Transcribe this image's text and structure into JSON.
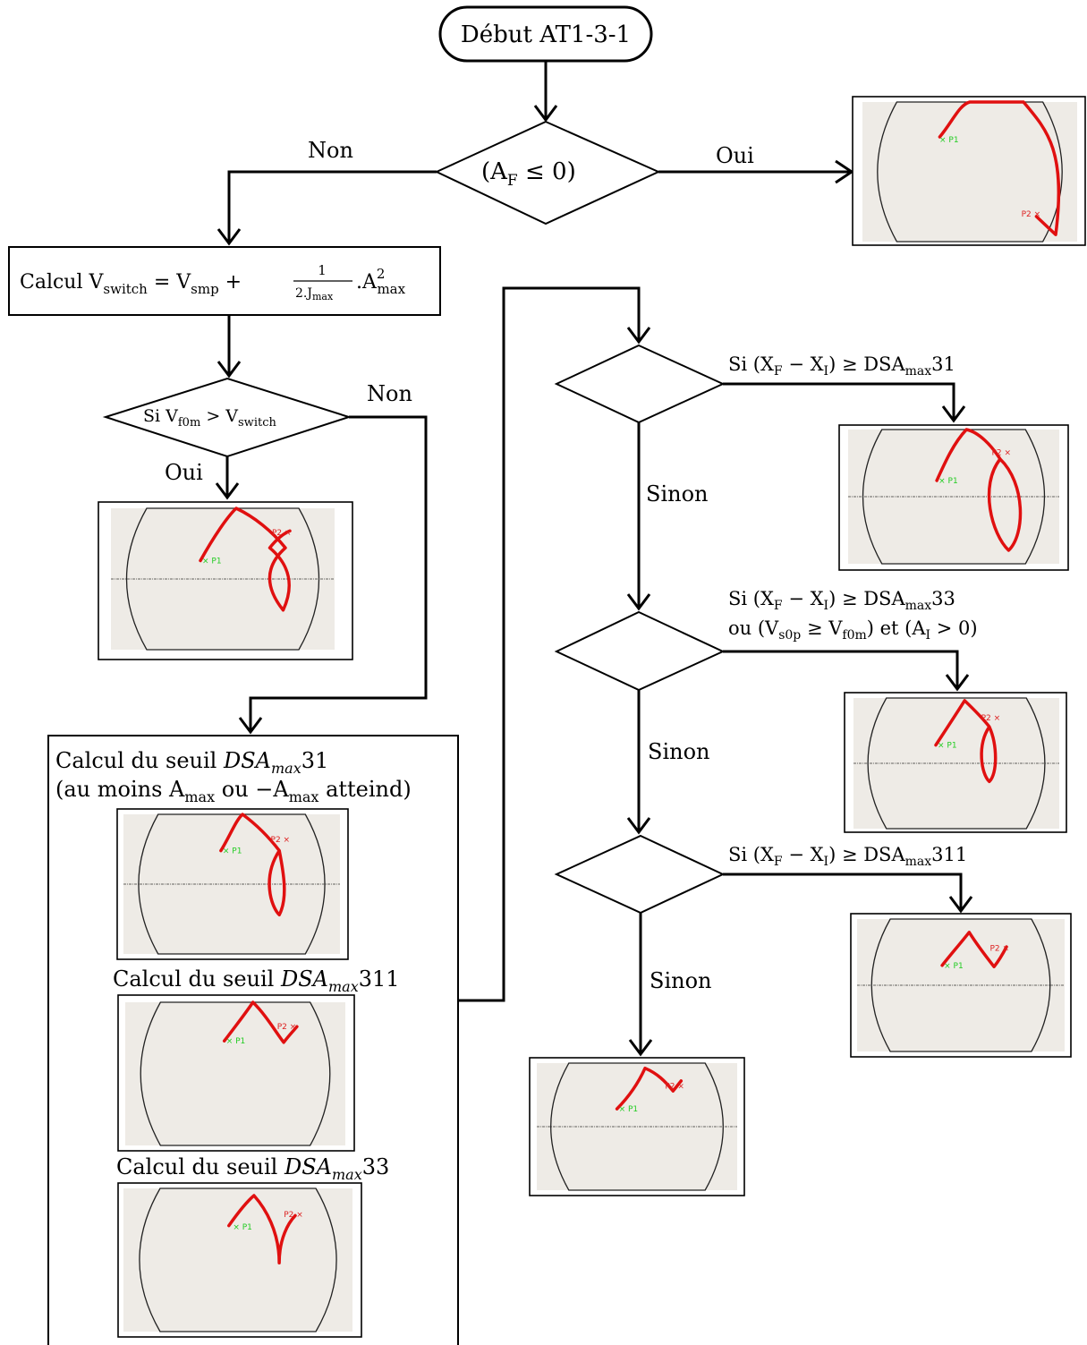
{
  "start": {
    "label": "Début AT1-3-1"
  },
  "decision_af": {
    "label": "(A",
    "sub": "F",
    "rest": " ≤ 0)"
  },
  "branch_non_top": "Non",
  "branch_oui_top": "Oui",
  "calc_vswitch": {
    "prefix": "Calcul V",
    "sub1": "switch",
    "eq": " = V",
    "sub2": "smp",
    "plus": " + ",
    "frac_num": "1",
    "frac_den": "2.J",
    "frac_den_sub": "max",
    "tail": ".A",
    "tail_sup": "2",
    "tail_sub": "max"
  },
  "decision_vswitch": {
    "prefix": "Si V",
    "sub1": "f0m",
    "op": " > V",
    "sub2": "switch"
  },
  "branch_non_mid": "Non",
  "branch_oui_mid": "Oui",
  "calc_box": {
    "line1_prefix": "Calcul du seuil ",
    "line1_var": "DSA",
    "line1_sub": "max",
    "line1_num": "31",
    "line2_a": "(au moins A",
    "line2_sub1": "max",
    "line2_b": " ou −A",
    "line2_sub2": "max",
    "line2_c": " atteind)",
    "seuil311_prefix": "Calcul du seuil ",
    "seuil311_var": "DSA",
    "seuil311_sub": "max",
    "seuil311_num": "311",
    "seuil33_prefix": "Calcul du seuil ",
    "seuil33_var": "DSA",
    "seuil33_sub": "max",
    "seuil33_num": "33"
  },
  "cond1": {
    "a": "Si (X",
    "s1": "F",
    "b": " − X",
    "s2": "I",
    "c": ") ≥ DSA",
    "s3": "max",
    "d": "31"
  },
  "cond2": {
    "a": "Si (X",
    "s1": "F",
    "b": " − X",
    "s2": "I",
    "c": ") ≥ DSA",
    "s3": "max",
    "d": "33",
    "e": "ou (V",
    "s4": "s0p",
    "f": " ≥ V",
    "s5": "f0m",
    "g": ") et (A",
    "s6": "I",
    "h": " > 0)"
  },
  "cond3": {
    "a": "Si (X",
    "s1": "F",
    "b": " − X",
    "s2": "I",
    "c": ") ≥ DSA",
    "s3": "max",
    "d": "311"
  },
  "sinon1": "Sinon",
  "sinon2": "Sinon",
  "sinon3": "Sinon",
  "point_labels": {
    "p1": "P1",
    "p2": "P2"
  },
  "colors": {
    "curve": "#e01010",
    "p1": "#22cc22",
    "p2": "#dd2222",
    "panel_bg": "#eeebe6"
  }
}
